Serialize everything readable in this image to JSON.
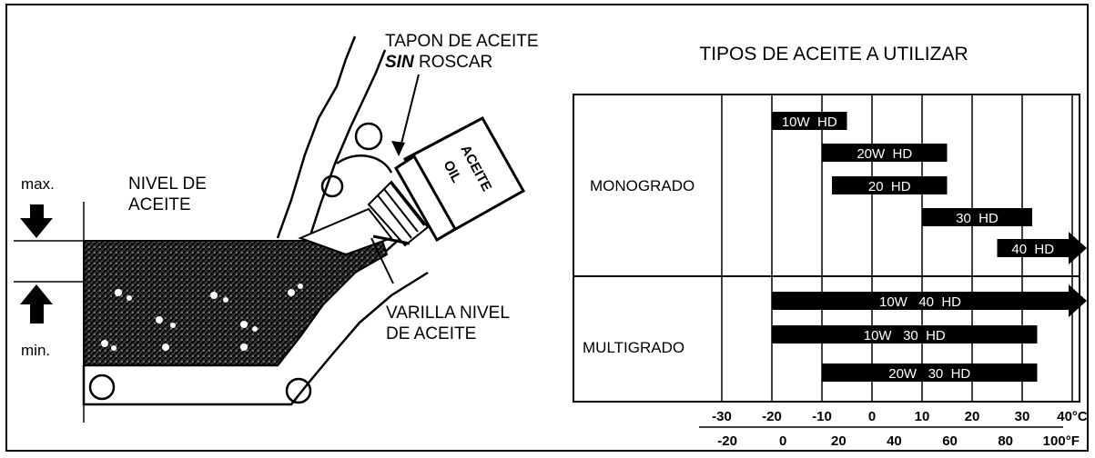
{
  "left_diagram": {
    "cap_label_line1": "TAPON DE ACEITE",
    "cap_label_line2_emph": "SIN",
    "cap_label_line2_rest": " ROSCAR",
    "level_label_line1": "NIVEL DE",
    "level_label_line2": "ACEITE",
    "max_label": "max.",
    "min_label": "min.",
    "dipstick_label_line1": "VARILLA NIVEL",
    "dipstick_label_line2": "DE ACEITE",
    "bottle_text_line1": "ACEITE",
    "bottle_text_line2": "OIL"
  },
  "chart_data": {
    "type": "bar",
    "title": "TIPOS DE ACEITE A UTILIZAR",
    "groups": [
      "MONOGRADO",
      "MULTIGRADO"
    ],
    "series": [
      {
        "group": "MONOGRADO",
        "label": "10W  HD",
        "from": -20,
        "to": -5,
        "arrow": false
      },
      {
        "group": "MONOGRADO",
        "label": "20W  HD",
        "from": -10,
        "to": 15,
        "arrow": false
      },
      {
        "group": "MONOGRADO",
        "label": "20  HD",
        "from": -8,
        "to": 15,
        "arrow": false
      },
      {
        "group": "MONOGRADO",
        "label": "30  HD",
        "from": 10,
        "to": 32,
        "arrow": false
      },
      {
        "group": "MONOGRADO",
        "label": "40  HD",
        "from": 25,
        "to": 43,
        "arrow": true
      },
      {
        "group": "MULTIGRADO",
        "label": "10W   40  HD",
        "from": -20,
        "to": 43,
        "arrow": true
      },
      {
        "group": "MULTIGRADO",
        "label": "10W   30  HD",
        "from": -20,
        "to": 33,
        "arrow": false
      },
      {
        "group": "MULTIGRADO",
        "label": "20W   30  HD",
        "from": -10,
        "to": 33,
        "arrow": false
      }
    ],
    "x_celsius_ticks": [
      "-30",
      "-20",
      "-10",
      "0",
      "10",
      "20",
      "30",
      "40°C"
    ],
    "x_celsius_values": [
      -30,
      -20,
      -10,
      0,
      10,
      20,
      30,
      40
    ],
    "x_fahrenheit_ticks": [
      "-20",
      "0",
      "20",
      "40",
      "60",
      "80",
      "100°F"
    ],
    "x_fahrenheit_values": [
      -20,
      0,
      20,
      40,
      60,
      80,
      100
    ],
    "xlim": [
      -30,
      40
    ]
  }
}
